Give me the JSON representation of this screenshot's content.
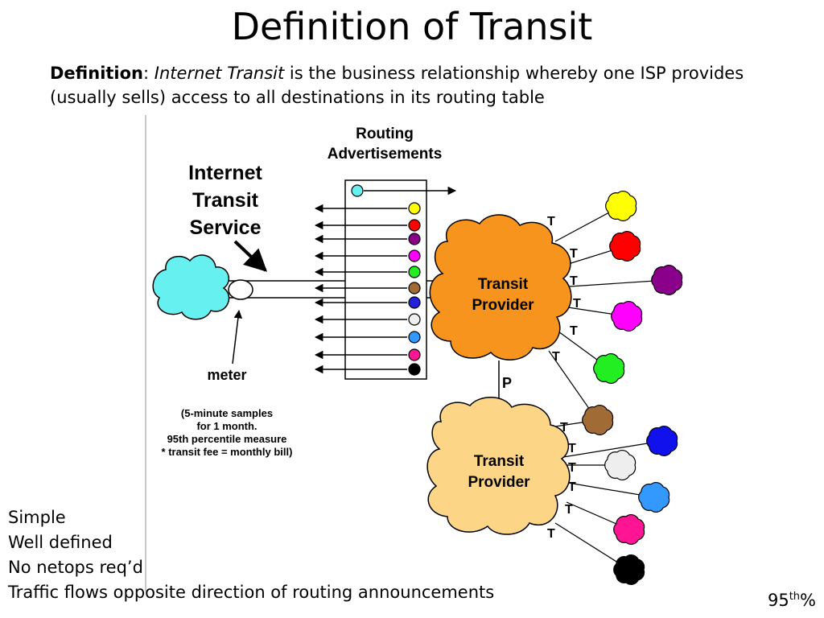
{
  "slide": {
    "title": "Definition of Transit",
    "definition": {
      "term": "Definition",
      "colon": ": ",
      "italic": "Internet Transit",
      "rest": " is the business relationship whereby one ISP provides (usually sells) access to all destinations in its routing table"
    },
    "bullets": [
      "Simple",
      "Well defined",
      "No netops req’d",
      "Traffic flows opposite direction of routing announcements"
    ],
    "footnote": {
      "base": "95",
      "sup": "th",
      "suffix": "%"
    }
  },
  "diagram": {
    "routing_label": [
      "Routing",
      "Advertisements"
    ],
    "service_label": [
      "Internet",
      "Transit",
      "Service"
    ],
    "meter_label": "meter",
    "note_lines": [
      "(5-minute samples",
      "for 1 month.",
      "95th percentile measure",
      "* transit fee =  monthly bill)"
    ],
    "provider_top": [
      "Transit",
      "Provider"
    ],
    "provider_bottom": [
      "Transit",
      "Provider"
    ],
    "peer_label": "P",
    "transit_label": "T",
    "colors": {
      "customer_cloud": "#66f0f0",
      "provider_top": "#f7941d",
      "provider_bottom": "#fcd587",
      "ad_dots": [
        "#ffff00",
        "#ff0000",
        "#8b008b",
        "#ff00ff",
        "#22ee22",
        "#a06b35",
        "#2222dd",
        "#eeeeee",
        "#3399ff",
        "#ff1493",
        "#000000"
      ],
      "top_customers": [
        "#ffff00",
        "#ff0000",
        "#8b008b",
        "#ff00ff",
        "#22ee22"
      ],
      "bottom_customers": [
        "#a06b35",
        "#1111ee",
        "#eeeeee",
        "#3399ff",
        "#ff1493",
        "#000000"
      ]
    }
  }
}
